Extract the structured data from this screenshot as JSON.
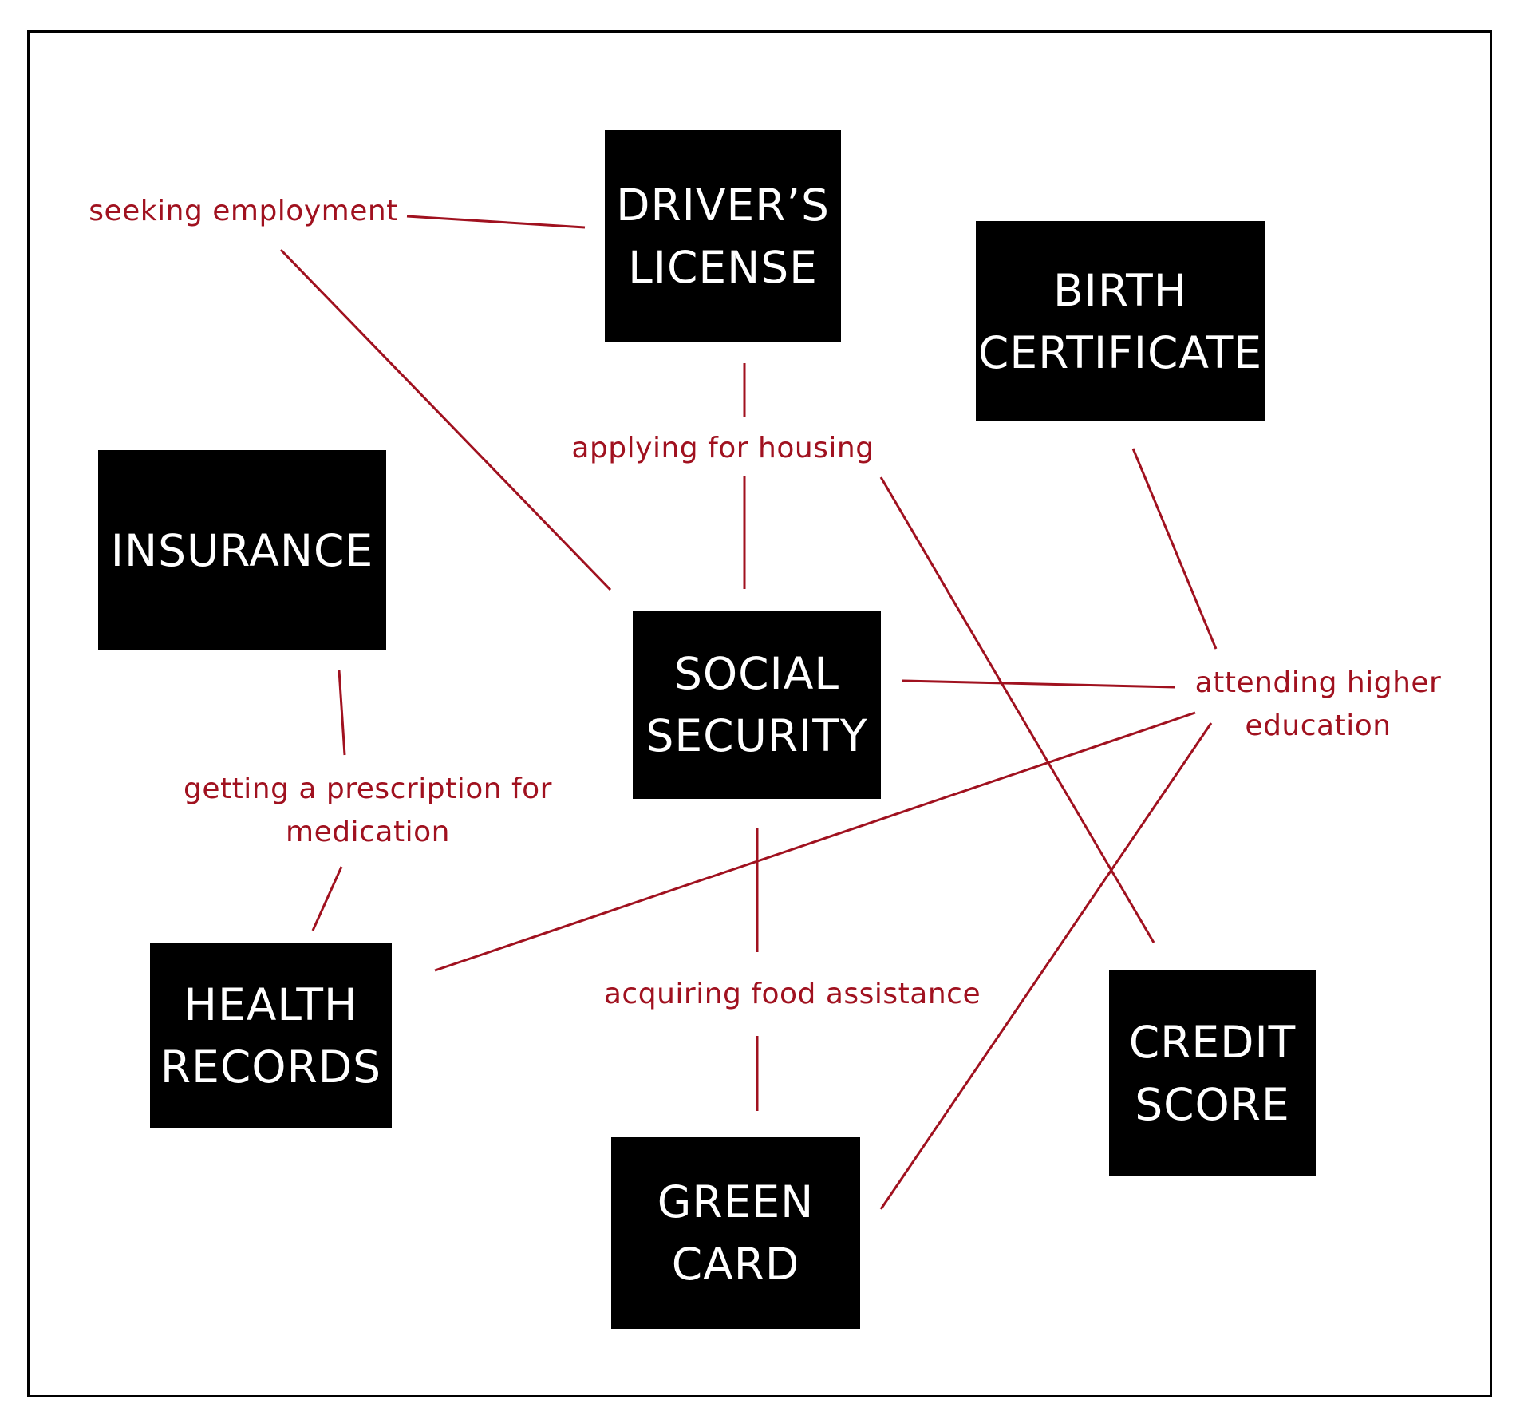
{
  "colors": {
    "node_fill": "#000000",
    "node_text": "#ffffff",
    "connector": "#a0111f",
    "frame": "#000000",
    "background": "#ffffff"
  },
  "nodes": {
    "drivers_license": "DRIVER’S\nLICENSE",
    "birth_certificate": "BIRTH\nCERTIFICATE",
    "insurance": "INSURANCE",
    "social_security": "SOCIAL\nSECURITY",
    "health_records": "HEALTH\nRECORDS",
    "credit_score": "CREDIT\nSCORE",
    "green_card": "GREEN\nCARD"
  },
  "labels": {
    "seeking_employment": "seeking employment",
    "applying_for_housing": "applying for housing",
    "attending_higher_education_1": "attending higher",
    "attending_higher_education_2": "education",
    "prescription_1": "getting a prescription for",
    "prescription_2": "medication",
    "food_assistance": "acquiring food assistance"
  }
}
